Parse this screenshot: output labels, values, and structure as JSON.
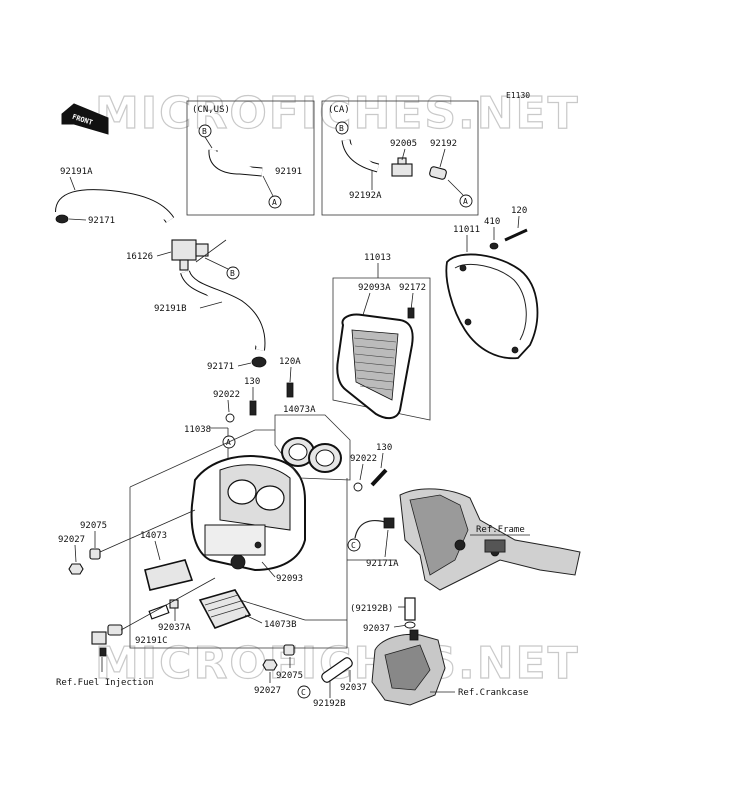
{
  "watermark": "MICROFICHES.NET",
  "diagram_code": "E1130",
  "front_label": "FRONT",
  "region_labels": {
    "cn_us": "(CN,US)",
    "ca": "(CA)"
  },
  "callout_letters": {
    "a": "A",
    "b": "B",
    "c": "C"
  },
  "part_labels": {
    "p92191A": "92191A",
    "p92171_top": "92171",
    "p16126": "16126",
    "p92191B": "92191B",
    "p92171_mid": "92171",
    "p92191": "92191",
    "p92005": "92005",
    "p92192": "92192",
    "p92192A": "92192A",
    "p11013": "11013",
    "p92093A": "92093A",
    "p92172": "92172",
    "p11011": "11011",
    "p410": "410",
    "p120": "120",
    "p120A": "120A",
    "p130_top": "130",
    "p92022_top": "92022",
    "p11038": "11038",
    "p14073A": "14073A",
    "p130_mid": "130",
    "p92022_mid": "92022",
    "p92075_left": "92075",
    "p92027_left": "92027",
    "p14073": "14073",
    "p92093": "92093",
    "p92171A": "92171A",
    "p92037A": "92037A",
    "p14073B": "14073B",
    "p92191C": "92191C",
    "p92192B_paren": "(92192B)",
    "p92037_mid": "92037",
    "p92075_bottom": "92075",
    "p92027_bottom": "92027",
    "p92037_bottom": "92037",
    "p92192B": "92192B"
  },
  "ref_labels": {
    "frame": "Ref.Frame",
    "fuel_injection": "Ref.Fuel Injection",
    "crankcase": "Ref.Crankcase"
  }
}
